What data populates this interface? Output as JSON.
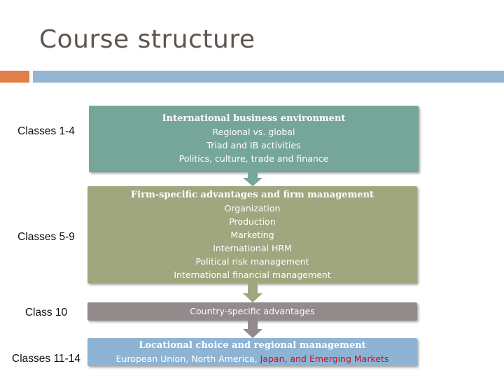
{
  "slide": {
    "title": "Course structure",
    "colors": {
      "title": "#5f5550",
      "accent_orange": "#e07f48",
      "accent_blue": "#94b6d2",
      "highlight_red": "#c8102e"
    }
  },
  "rows": [
    {
      "label": "Classes 1-4",
      "color": "#76a69a",
      "heading": "International business environment",
      "lines": [
        "Regional vs. global",
        "Triad and IB activities",
        "Politics, culture, trade and finance"
      ]
    },
    {
      "label": "Classes 5-9",
      "color": "#a0a67e",
      "heading": "Firm-specific advantages and firm management",
      "lines": [
        "Organization",
        "Production",
        "Marketing",
        "International HRM",
        "Political risk management",
        "International financial management"
      ]
    },
    {
      "label": "Class 10",
      "color": "#928a8b",
      "lines": [
        "Country-specific advantages"
      ]
    },
    {
      "label": "Classes 11-14",
      "color": "#8fb3d2",
      "heading": "Locational choice and regional management",
      "line_plain": "European Union, North America, ",
      "line_highlight": "Japan, and Emerging Markets"
    }
  ]
}
